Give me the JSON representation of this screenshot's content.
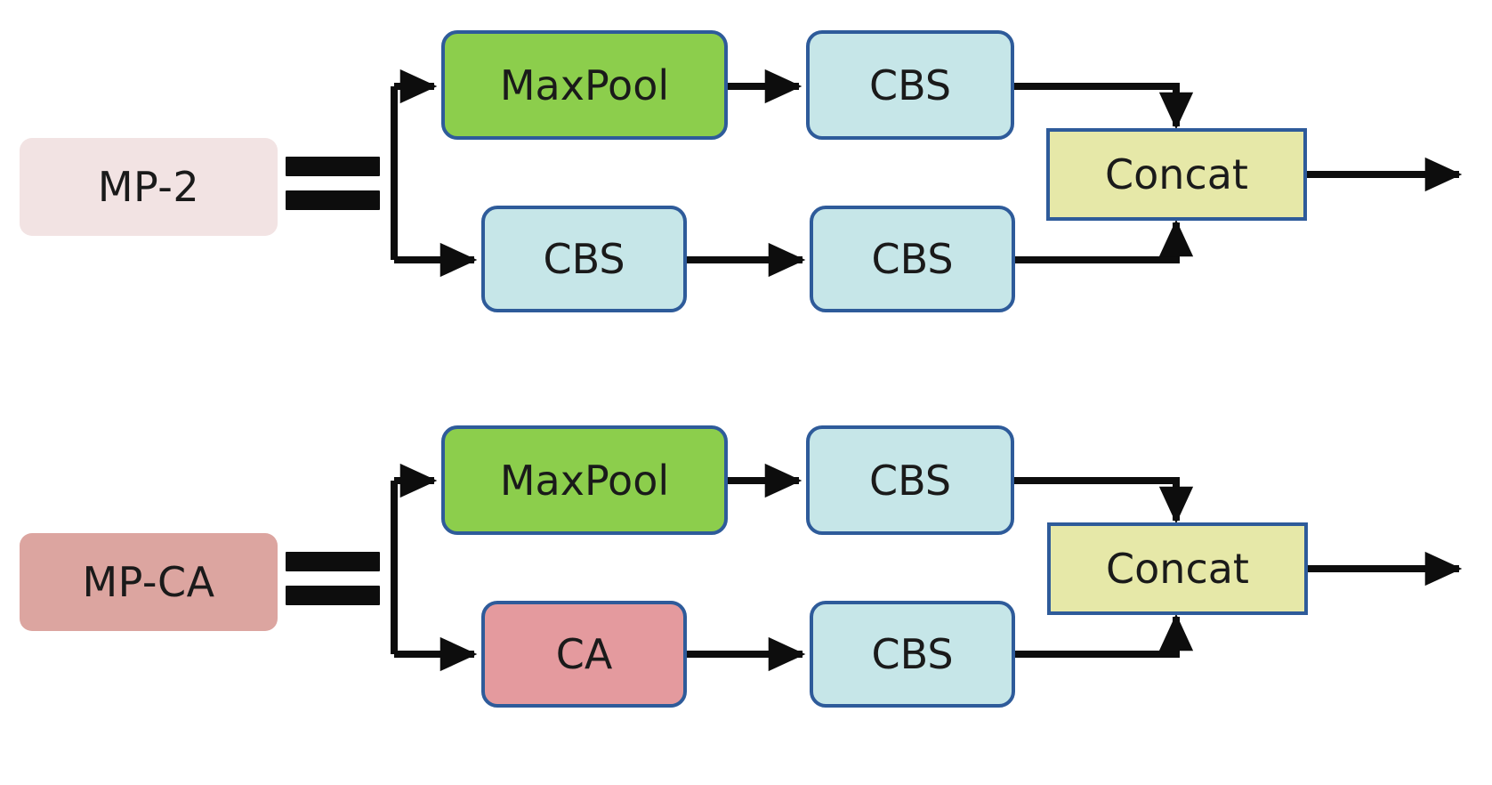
{
  "figure": {
    "type": "block-diagram",
    "description": "Two module definition rows: MP-2 and MP-CA",
    "background_color": "#ffffff"
  },
  "palette": {
    "maxpool_fill": "#8CCE4C",
    "cbs_fill": "#C6E6E8",
    "concat_fill": "#E6E8A8",
    "ca_fill": "#E49A9E",
    "mp2_chip_fill": "#F2E3E3",
    "mpca_chip_fill": "#DCA5A0",
    "block_border": "#2E5B9A",
    "wire_color": "#0D0D0D",
    "text_color": "#1A1A1A"
  },
  "rows": [
    {
      "id": "mp-2",
      "label": {
        "text": "MP-2",
        "fill": "#F2E3E3"
      },
      "equals_glyph": "=",
      "branches": {
        "upper": [
          {
            "id": "maxpool",
            "text": "MaxPool",
            "fill": "#8CCE4C",
            "shape": "rounded"
          },
          {
            "id": "cbs-upper",
            "text": "CBS",
            "fill": "#C6E6E8",
            "shape": "rounded"
          }
        ],
        "lower": [
          {
            "id": "cbs-lower-1",
            "text": "CBS",
            "fill": "#C6E6E8",
            "shape": "rounded"
          },
          {
            "id": "cbs-lower-2",
            "text": "CBS",
            "fill": "#C6E6E8",
            "shape": "rounded"
          }
        ]
      },
      "merge": {
        "id": "concat",
        "text": "Concat",
        "fill": "#E6E8A8",
        "shape": "square"
      },
      "output": {
        "arrow": "right"
      }
    },
    {
      "id": "mp-ca",
      "label": {
        "text": "MP-CA",
        "fill": "#DCA5A0"
      },
      "equals_glyph": "=",
      "branches": {
        "upper": [
          {
            "id": "maxpool",
            "text": "MaxPool",
            "fill": "#8CCE4C",
            "shape": "rounded"
          },
          {
            "id": "cbs-upper",
            "text": "CBS",
            "fill": "#C6E6E8",
            "shape": "rounded"
          }
        ],
        "lower": [
          {
            "id": "ca",
            "text": "CA",
            "fill": "#E49A9E",
            "shape": "rounded"
          },
          {
            "id": "cbs-lower",
            "text": "CBS",
            "fill": "#C6E6E8",
            "shape": "rounded"
          }
        ]
      },
      "merge": {
        "id": "concat",
        "text": "Concat",
        "fill": "#E6E8A8",
        "shape": "square"
      },
      "output": {
        "arrow": "right"
      }
    }
  ]
}
